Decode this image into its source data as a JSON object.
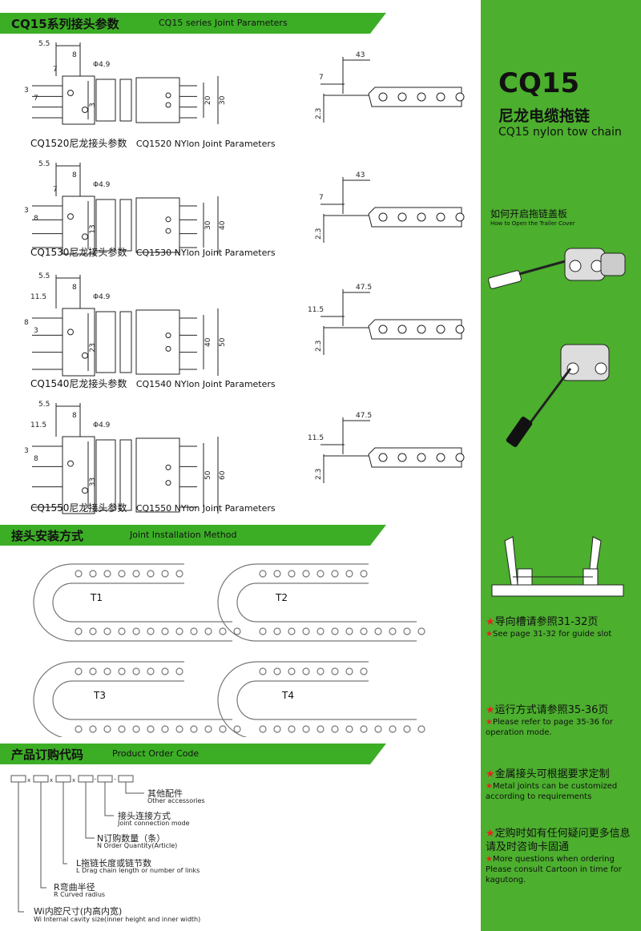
{
  "sections": {
    "joint_params": {
      "cn": "CQ15系列接头参数",
      "en": "CQ15 series Joint Parameters"
    },
    "install": {
      "cn": "接头安装方式",
      "en": "Joint Installation Method"
    },
    "order": {
      "cn": "产品订购代码",
      "en": "Product Order Code"
    }
  },
  "joints": [
    {
      "caption_cn": "CQ1520尼龙接头参数",
      "caption_en": "CQ1520 NYlon Joint Parameters",
      "d1": "5.5",
      "d2": "8",
      "d3": "7",
      "hole": "Φ4.9",
      "a": "3",
      "b": "7",
      "c": "3",
      "inner": "20",
      "outer": "30",
      "side_top": "43",
      "side_left": "7",
      "side_h": "2.3"
    },
    {
      "caption_cn": "CQ1530尼龙接头参数",
      "caption_en": "CQ1530 NYlon Joint Parameters",
      "d1": "5.5",
      "d2": "8",
      "d3": "7",
      "hole": "Φ4.9",
      "a": "3",
      "b": "8",
      "c": "13",
      "inner": "30",
      "outer": "40",
      "side_top": "43",
      "side_left": "7",
      "side_h": "2.3"
    },
    {
      "caption_cn": "CQ1540尼龙接头参数",
      "caption_en": "CQ1540 NYlon Joint Parameters",
      "d1": "5.5",
      "d2": "8",
      "d3": "11.5",
      "hole": "Φ4.9",
      "a": "8",
      "b": "3",
      "c": "23",
      "inner": "40",
      "outer": "50",
      "side_top": "47.5",
      "side_left": "11.5",
      "side_h": "2.3"
    },
    {
      "caption_cn": "CQ1550尼龙接头参数",
      "caption_en": "CQ1550 NYlon Joint Parameters",
      "d1": "5.5",
      "d2": "8",
      "d3": "11.5",
      "hole": "Φ4.9",
      "a": "3",
      "b": "8",
      "c": "33",
      "inner": "50",
      "outer": "60",
      "side_top": "47.5",
      "side_left": "11.5",
      "side_h": "2.3"
    }
  ],
  "install_types": [
    "T1",
    "T2",
    "T3",
    "T4"
  ],
  "right": {
    "model": "CQ15",
    "name_cn": "尼龙电缆拖链",
    "name_en": "CQ15 nylon tow chain",
    "how_cn": "如何开启拖链盖板",
    "how_en": "How to Open the Trailer Cover"
  },
  "notes": [
    {
      "cn": "导向槽请参照31-32页",
      "en": "See page 31-32 for guide slot"
    },
    {
      "cn": "运行方式请参照35-36页",
      "en": "Please refer to page 35-36 for operation mode."
    },
    {
      "cn": "金属接头可根据要求定制",
      "en": "Metal joints can be customized according to requirements"
    },
    {
      "cn": "定购时如有任何疑问更多信息请及时咨询卡固通",
      "en": "More questions when ordering Please consult Cartoon in time for kagutong."
    }
  ],
  "order_code": {
    "sep": "x",
    "items": [
      {
        "cn": "其他配件",
        "en": "Other accessories"
      },
      {
        "cn": "接头连接方式",
        "en": "Joint connection mode"
      },
      {
        "cn": "N订购数量（条）",
        "en": "N Order Quantity(Article)"
      },
      {
        "cn": "L拖链长度或链节数",
        "en": "L Drag chain length or number of links"
      },
      {
        "cn": "R弯曲半径",
        "en": "R Curved radius"
      },
      {
        "cn": "Wi内腔尺寸(内高内宽)",
        "en": "Wi Internal cavity size(inner height and inner width)"
      }
    ]
  },
  "colors": {
    "green": "#4caf2e",
    "header_green": "#3cae26",
    "star": "#e52420"
  }
}
